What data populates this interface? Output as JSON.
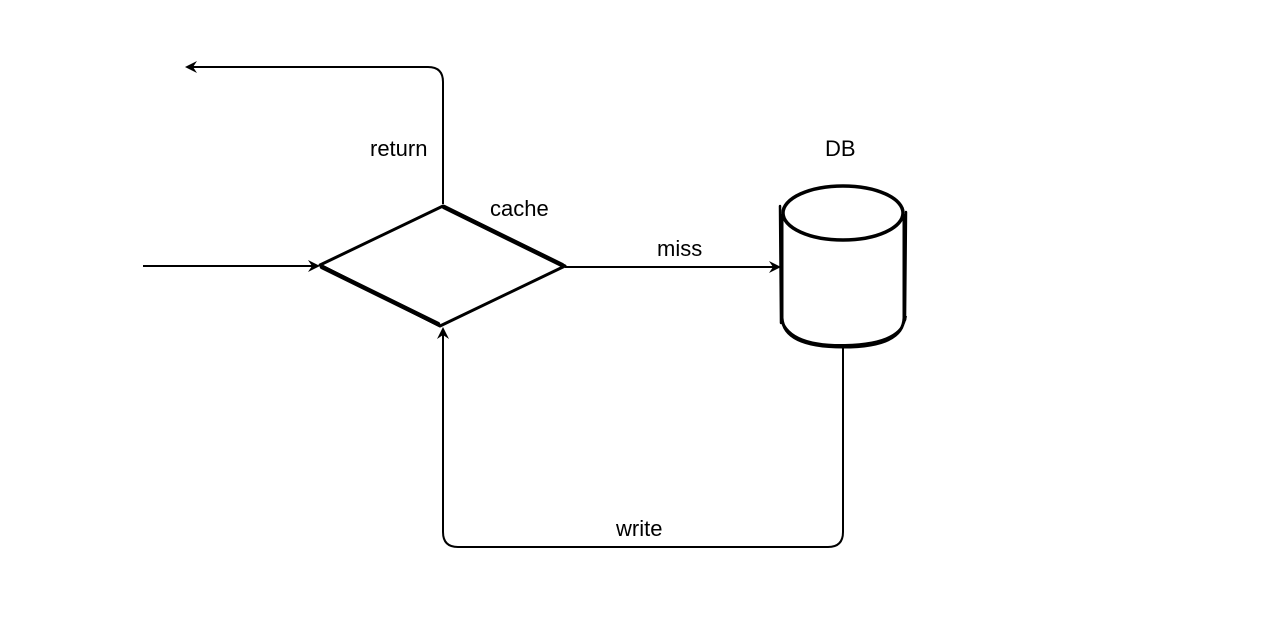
{
  "labels": {
    "return": "return",
    "cache": "cache",
    "miss": "miss",
    "db": "DB",
    "write": "write"
  },
  "colors": {
    "stroke": "#000000",
    "background": "#ffffff"
  }
}
